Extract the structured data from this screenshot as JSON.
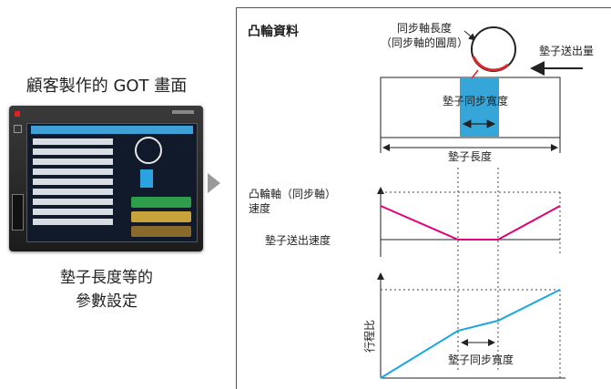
{
  "left": {
    "title": "顧客製作的 GOT 畫面",
    "caption_line1": "墊子長度等的",
    "caption_line2": "參數設定"
  },
  "diagram": {
    "title": "凸輪資料",
    "sync_axis_length": "同步軸長度",
    "sync_axis_circumference": "（同步軸的圓周）",
    "pad_feed_amount": "墊子送出量",
    "pad_sync_width": "墊子同步寬度",
    "pad_length": "墊子長度",
    "cam_axis_speed_line1": "凸輪軸（同步軸）",
    "cam_axis_speed_line2": "速度",
    "pad_feed_speed": "墊子送出速度",
    "stroke_ratio": "行程比",
    "pad_sync_width_bottom": "墊子同步寬度"
  },
  "colors": {
    "pink": "#e0007a",
    "blue": "#1aa7e0",
    "sync_band": "#36a6d9",
    "red_arc": "#d9262c"
  }
}
